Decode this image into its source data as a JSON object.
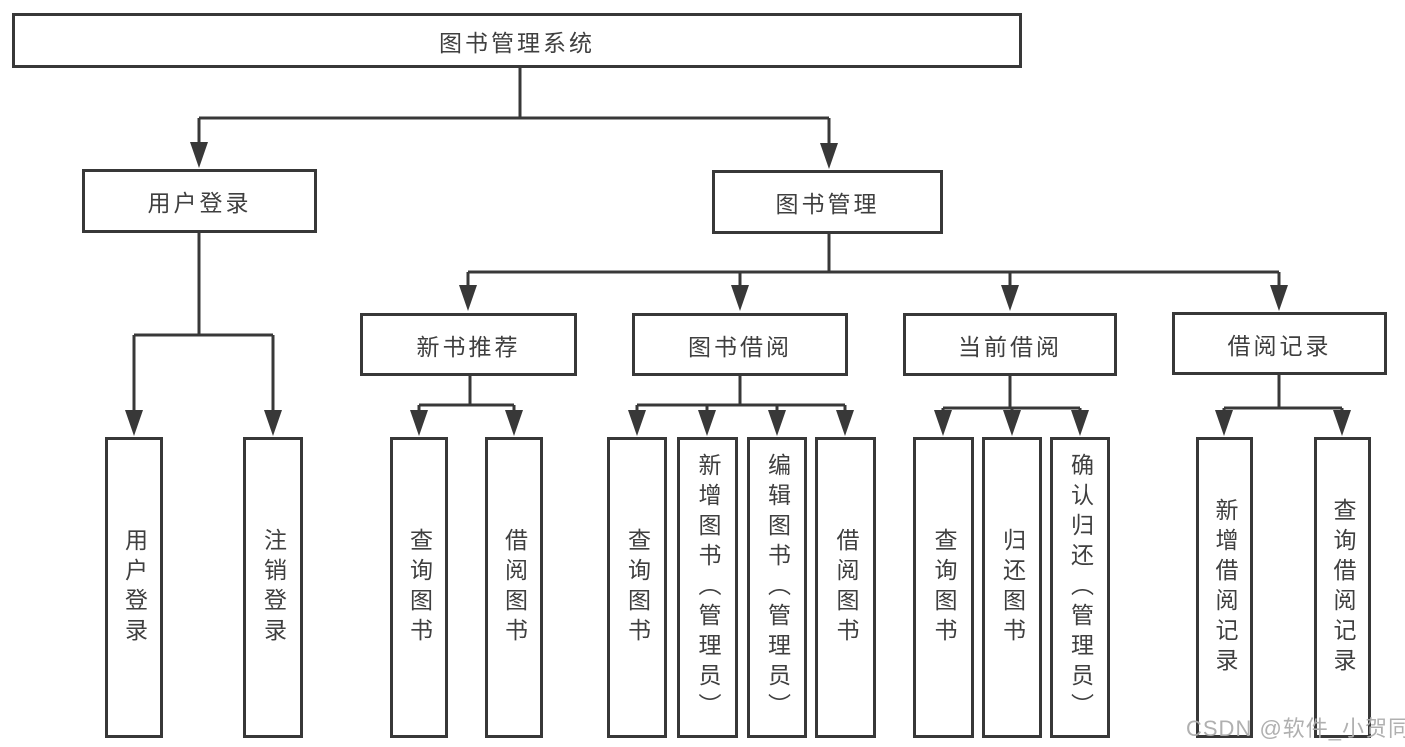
{
  "tree": {
    "label": "图书管理系统",
    "children": [
      {
        "label": "用户登录",
        "children": [
          {
            "label": "用户登录"
          },
          {
            "label": "注销登录"
          }
        ]
      },
      {
        "label": "图书管理",
        "children": [
          {
            "label": "新书推荐",
            "children": [
              {
                "label": "查询图书"
              },
              {
                "label": "借阅图书"
              }
            ]
          },
          {
            "label": "图书借阅",
            "children": [
              {
                "label": "查询图书"
              },
              {
                "label": "新增图书（管理员）"
              },
              {
                "label": "编辑图书（管理员）"
              },
              {
                "label": "借阅图书"
              }
            ]
          },
          {
            "label": "当前借阅",
            "children": [
              {
                "label": "查询图书"
              },
              {
                "label": "归还图书"
              },
              {
                "label": "确认归还（管理员）"
              }
            ]
          },
          {
            "label": "借阅记录",
            "children": [
              {
                "label": "新增借阅记录"
              },
              {
                "label": "查询借阅记录"
              }
            ]
          }
        ]
      }
    ]
  },
  "watermark": {
    "text": "CSDN @软件_小贺同学"
  },
  "colors": {
    "line": "#383838",
    "node_text": "#3f3f3f",
    "node_background": "#ffffff",
    "watermark": "#acacac",
    "background": "#ffffff"
  }
}
